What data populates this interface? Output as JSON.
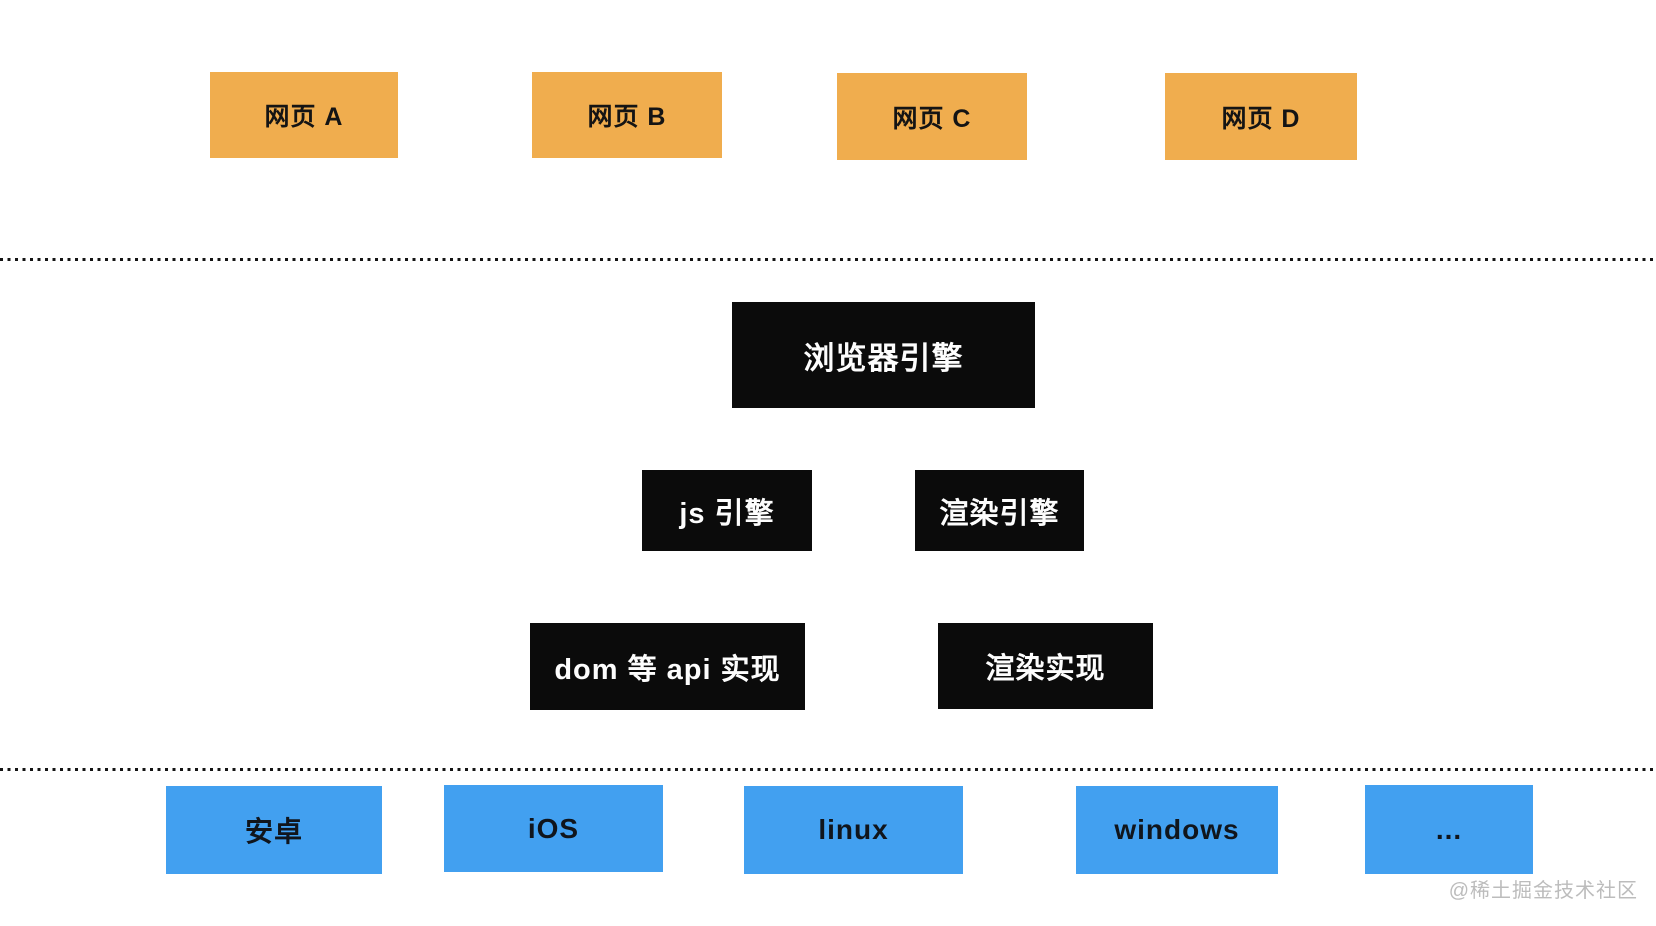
{
  "layers": {
    "webpages": {
      "items": [
        {
          "label": "网页 A"
        },
        {
          "label": "网页 B"
        },
        {
          "label": "网页 C"
        },
        {
          "label": "网页 D"
        }
      ]
    },
    "engine": {
      "browser_engine": "浏览器引擎",
      "js_engine": "js 引擎",
      "render_engine": "渲染引擎",
      "dom_api_impl": "dom 等 api 实现",
      "render_impl": "渲染实现"
    },
    "os": {
      "items": [
        {
          "label": "安卓"
        },
        {
          "label": "iOS"
        },
        {
          "label": "linux"
        },
        {
          "label": "windows"
        },
        {
          "label": "..."
        }
      ]
    }
  },
  "watermark": "@稀土掘金技术社区",
  "colors": {
    "webpage_box": "#f0ad4e",
    "engine_box": "#0b0b0b",
    "os_box": "#42a0f0"
  }
}
